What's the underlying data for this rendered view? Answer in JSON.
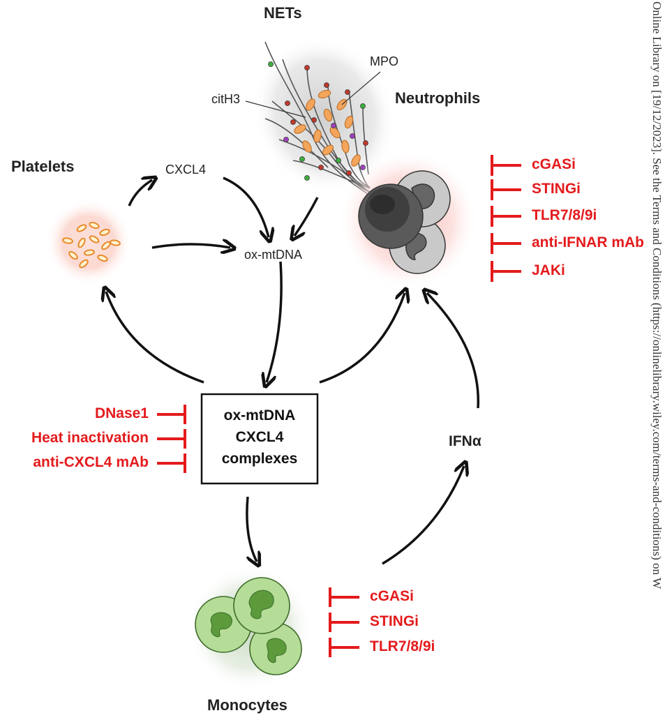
{
  "labels": {
    "nets": "NETs",
    "neutrophils": "Neutrophils",
    "platelets": "Platelets",
    "monocytes": "Monocytes",
    "cxcl4": "CXCL4",
    "ox_mtdna": "ox-mtDNA",
    "mpo": "MPO",
    "cith3": "citH3",
    "ifna": "IFNα"
  },
  "complex_box": {
    "line1": "ox-mtDNA",
    "line2": "CXCL4",
    "line3": "complexes"
  },
  "neutrophil_inhibitors": [
    "cGASi",
    "STINGi",
    "TLR7/8/9i",
    "anti-IFNAR mAb",
    "JAKi"
  ],
  "complex_inhibitors": [
    "DNase1",
    "Heat inactivation",
    "anti-CXCL4 mAb"
  ],
  "monocyte_inhibitors": [
    "cGASi",
    "STINGi",
    "TLR7/8/9i"
  ],
  "side_text": "Online Library on [19/12/2023]. See the Terms and Conditions (https://onlinelibrary.wiley.com/terms-and-conditions) on W",
  "colors": {
    "inhibitor_red": "#e41a1c",
    "arrow": "#111111",
    "platelet_orange": "#e8892c",
    "monocyte_green": "#9ccc7a"
  }
}
